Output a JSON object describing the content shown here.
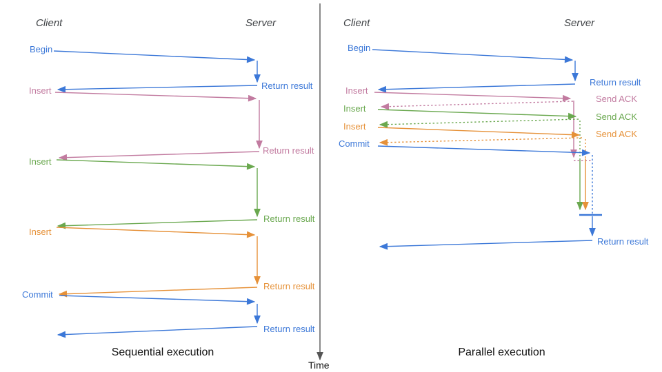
{
  "palette": {
    "blue": "#3c78d8",
    "pink": "#c27ba0",
    "green": "#6aa84f",
    "orange": "#e69138",
    "axis_gray": "#555555",
    "header_gray": "#3f4245",
    "title_black": "#111111"
  },
  "time_axis_label": "Time",
  "sequential": {
    "title": "Sequential execution",
    "client_label": "Client",
    "server_label": "Server",
    "messages": [
      {
        "label": "Begin",
        "color": "#3c78d8",
        "return_label": "Return result"
      },
      {
        "label": "Insert",
        "color": "#c27ba0",
        "return_label": "Return result"
      },
      {
        "label": "Insert",
        "color": "#6aa84f",
        "return_label": "Return result"
      },
      {
        "label": "Insert",
        "color": "#e69138",
        "return_label": "Return result"
      },
      {
        "label": "Commit",
        "color": "#3c78d8",
        "return_label": "Return result"
      }
    ]
  },
  "parallel": {
    "title": "Parallel execution",
    "client_label": "Client",
    "server_label": "Server",
    "messages": [
      {
        "label": "Begin",
        "color": "#3c78d8",
        "response_label": "Return result",
        "response_style": "solid"
      },
      {
        "label": "Insert",
        "color": "#c27ba0",
        "response_label": "Send ACK",
        "response_style": "dotted"
      },
      {
        "label": "Insert",
        "color": "#6aa84f",
        "response_label": "Send ACK",
        "response_style": "dotted"
      },
      {
        "label": "Insert",
        "color": "#e69138",
        "response_label": "Send ACK",
        "response_style": "dotted"
      },
      {
        "label": "Commit",
        "color": "#3c78d8",
        "final_return_label": "Return result"
      }
    ]
  }
}
